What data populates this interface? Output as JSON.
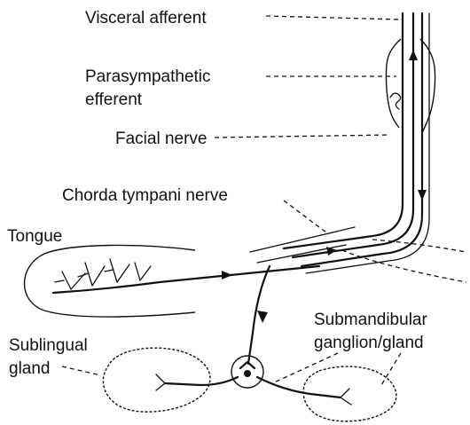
{
  "labels": {
    "visceral_afferent": "Visceral afferent",
    "parasympathetic_line1": "Parasympathetic",
    "parasympathetic_line2": "efferent",
    "facial_nerve": "Facial nerve",
    "chorda_tympani": "Chorda tympani nerve",
    "tongue": "Tongue",
    "sublingual_line1": "Sublingual",
    "sublingual_line2": "gland",
    "submandibular_line1": "Submandibular",
    "submandibular_line2": "ganglion/gland"
  }
}
